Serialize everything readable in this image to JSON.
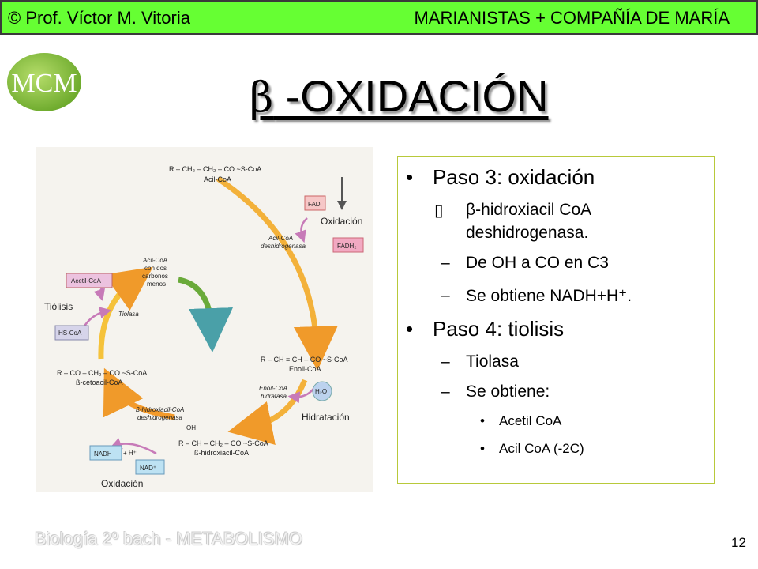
{
  "header": {
    "left": "© Prof. Víctor M. Vitoria",
    "right": "MARIANISTAS + COMPAÑÍA DE MARÍA"
  },
  "logo": {
    "text": "MCM",
    "color": "#8cc63f"
  },
  "title": {
    "beta": "β",
    "text": " -OXIDACIÓN"
  },
  "diagram": {
    "acil_coa_formula": "R – CH₂ – CH₂ – CO ~S-CoA",
    "acil_coa": "Acil-CoA",
    "fad": "FAD",
    "oxidacion_top": "Oxidación",
    "acil_coa_deshidrogenasa_1": "Acil-CoA",
    "acil_coa_deshidrogenasa_2": "deshidrogenasa",
    "fadh2": "FADH₂",
    "center_1": "Acil-CoA",
    "center_2": "con dos",
    "center_3": "carbonos",
    "center_4": "menos",
    "acetil_coa": "Acetil-CoA",
    "tiolisis": "Tiólisis",
    "hs_coa": "HS-CoA",
    "tiolasa": "Tiolasa",
    "enoil_formula": "R – CH = CH – CO ~S-CoA",
    "enoil_coa": "Enoil-CoA",
    "enoil_hidratasa_1": "Enoil-CoA",
    "enoil_hidratasa_2": "hidratasa",
    "h2o": "H₂O",
    "hidratacion": "Hidratación",
    "cetoacil_formula": "R – CO – CH₂ – CO ~S-CoA",
    "cetoacil_coa": "ß-cetoacil-CoA",
    "hidroxiacil_deshidrogenasa_1": "ß-hidroxiacil-CoA",
    "hidroxiacil_deshidrogenasa_2": "deshidrogenasa",
    "oh": "OH",
    "hidroxiacil_formula": "R – CH – CH₂ – CO ~S-CoA",
    "hidroxiacil_coa": "ß-hidroxiacil-CoA",
    "nadh": "NADH",
    "plus_h": "+ H⁺",
    "nad": "NAD⁺",
    "oxidacion_bottom": "Oxidación"
  },
  "content": {
    "paso3": "Paso 3: oxidación",
    "paso3_sub1_a": "β-hidroxiacil CoA",
    "paso3_sub1_b": "deshidrogenasa.",
    "paso3_sub2": "De OH a CO en C3",
    "paso3_sub3": "Se obtiene NADH+H⁺.",
    "paso4": "Paso 4: tiolisis",
    "paso4_sub1": "Tiolasa",
    "paso4_sub2": "Se obtiene:",
    "paso4_sub3": "Acetil CoA",
    "paso4_sub4": "Acil CoA  (-2C)"
  },
  "footer": {
    "text": "Biología 2º bach - METABOLISMO"
  },
  "page_number": "12"
}
